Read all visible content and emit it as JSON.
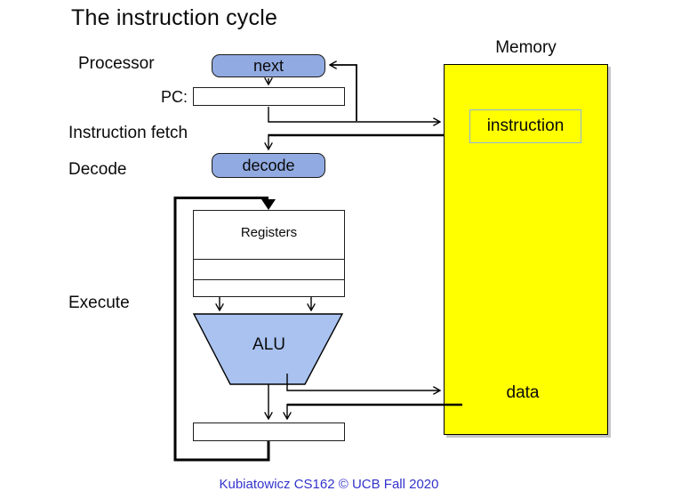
{
  "slide": {
    "title": "The instruction cycle",
    "footer": "Kubiatowicz CS162 © UCB Fall 2020"
  },
  "labels": {
    "processor": "Processor",
    "pc": "PC:",
    "instruction_fetch": "Instruction fetch",
    "decode": "Decode",
    "execute": "Execute",
    "memory": "Memory",
    "data": "data"
  },
  "nodes": {
    "next": "next",
    "decode": "decode",
    "registers": "Registers",
    "alu": "ALU",
    "instruction": "instruction"
  },
  "colors": {
    "box_blue": "#91AAE1",
    "alu_blue": "#A9C2F0",
    "memory_yellow": "#FFFF00",
    "instruction_border": "#8FB4E3",
    "footer_blue": "#3333CC",
    "line_black": "#000000"
  }
}
